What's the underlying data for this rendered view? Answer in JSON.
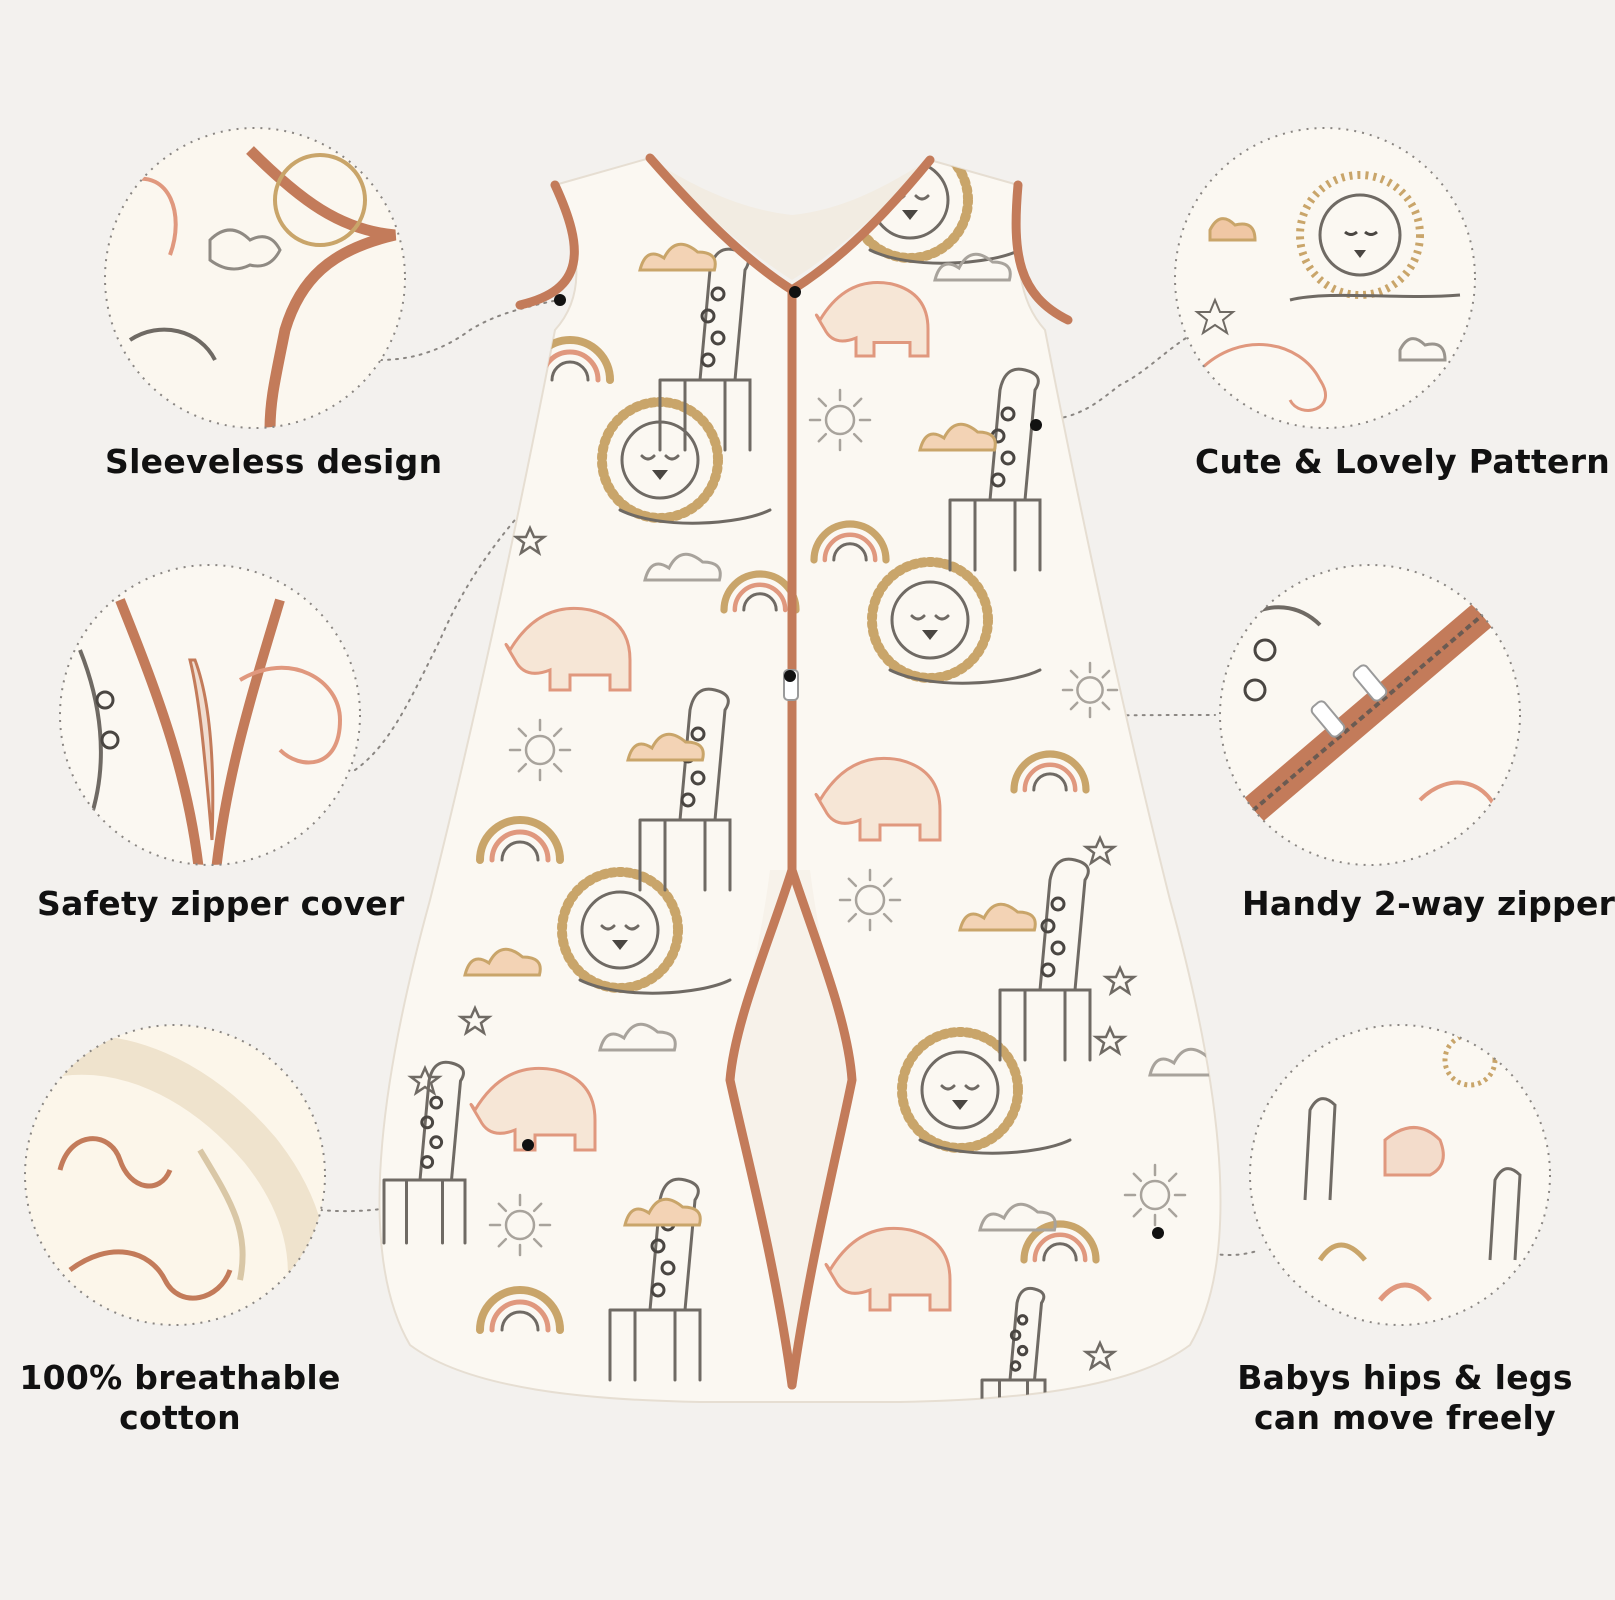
{
  "features": [
    {
      "id": "sleeveless",
      "lines": [
        "Sleeveless design"
      ]
    },
    {
      "id": "pattern",
      "lines": [
        "Cute & Lovely Pattern"
      ]
    },
    {
      "id": "zipper-cover",
      "lines": [
        "Safety zipper cover"
      ]
    },
    {
      "id": "two-way-zipper",
      "lines": [
        "Handy 2-way zipper"
      ]
    },
    {
      "id": "cotton",
      "lines": [
        "100% breathable",
        "cotton"
      ]
    },
    {
      "id": "hips-legs",
      "lines": [
        "Babys hips & legs",
        "can move freely"
      ]
    }
  ],
  "colors": {
    "background": "#f3f1ee",
    "fabric": "#fbf8f2",
    "trim": "#c37b5a",
    "print_gray": "#6f6a64",
    "print_tan": "#c9a56a",
    "print_pink": "#e0987e",
    "text": "#111111"
  }
}
